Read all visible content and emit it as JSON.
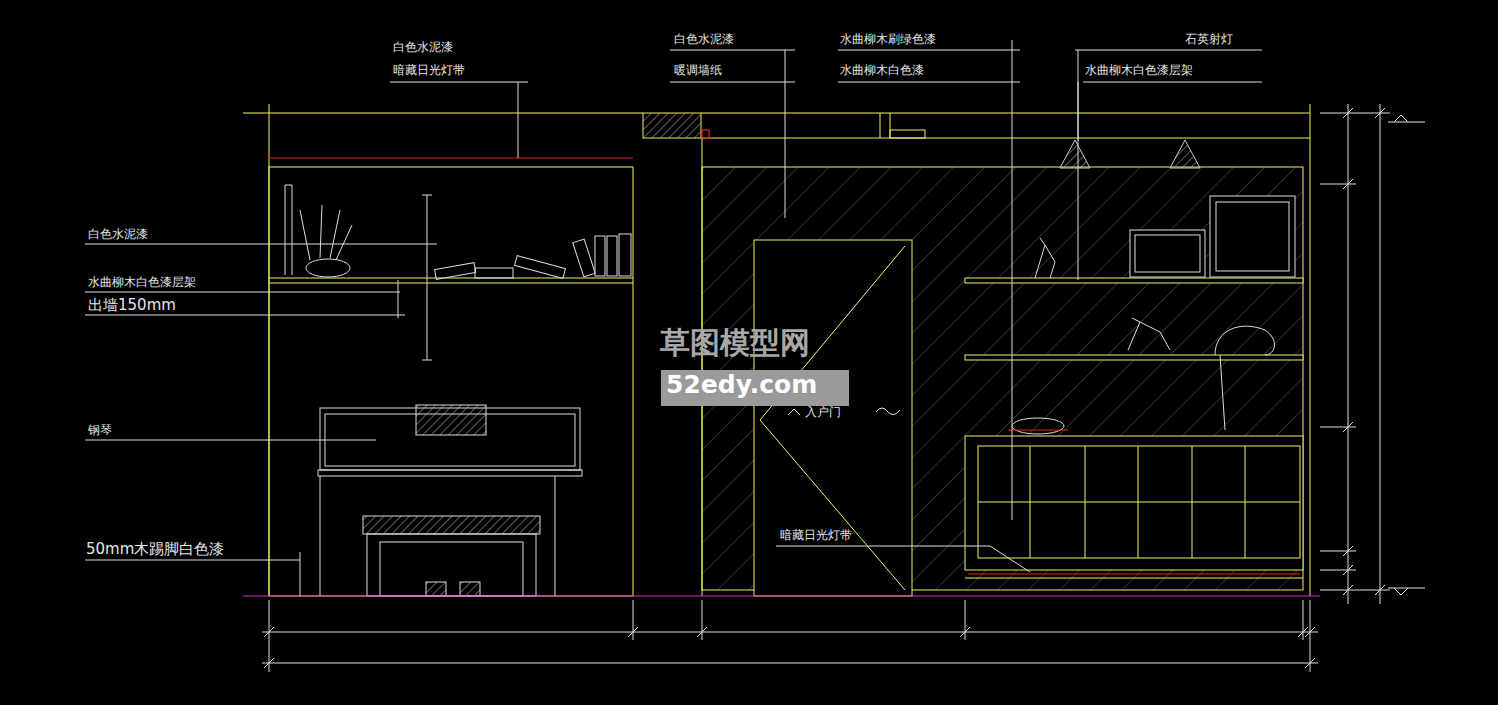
{
  "diagram": {
    "labels": [
      "白色水泥漆",
      "暗藏日光灯带",
      "白色水泥漆",
      "暖调墙纸",
      "水曲柳木刷绿色漆",
      "水曲柳木白色漆",
      "石英射灯",
      "水曲柳木白色漆层架",
      "白色水泥漆",
      "水曲柳木白色漆层架",
      "出墙150mm",
      "钢琴",
      "50mm木踢脚白色漆",
      "入户门",
      "暗藏日光灯带",
      "草图模型网",
      "52edy.com"
    ]
  }
}
